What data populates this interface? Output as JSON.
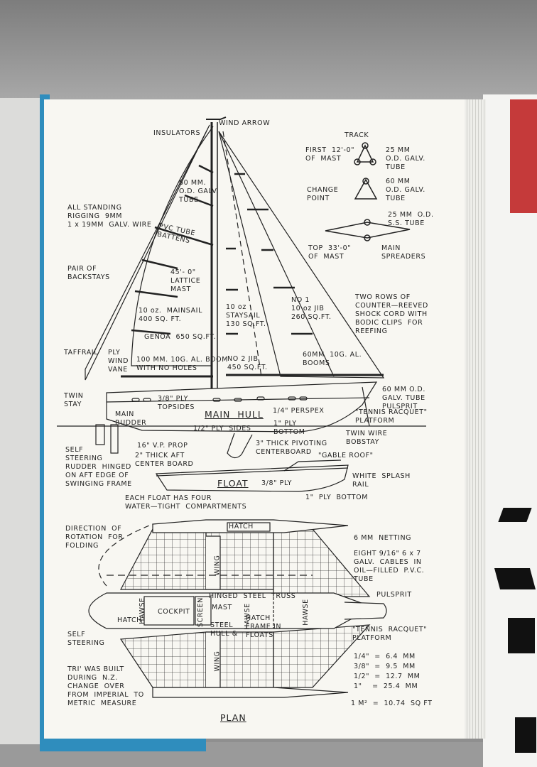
{
  "sail_plan": {
    "wind_arrow": "WIND ARROW",
    "insulators": "INSULATORS",
    "mast_tube": "60 MM.\nO.D. GALV.\nTUBE",
    "standing_rigging": "ALL STANDING\nRIGGING  9MM\n1 x 19MM  GALV. WIRE",
    "battens": "PVC TUBE\nBATTENS",
    "backstays": "PAIR OF\nBACKSTAYS",
    "lattice_mast": "45'- 0\"\nLATTICE\nMAST",
    "mainsail": "10 oz.  MAINSAIL\n400 SQ. FT.",
    "staysail": "10 oz\nSTAYSAIL\n130 SQ.FT.",
    "genoa": "GENOA  650 SQ.FT.",
    "jib1": "NO 1\n10 oz JIB\n260 SQ.FT.",
    "jib2": "NO 2 JIB\n450 SQ.FT.",
    "shock_cord": "TWO ROWS OF\nCOUNTER—REEVED\nSHOCK CORD WITH\nBODIC CLIPS  FOR\nREEFING",
    "taffrail": "TAFFRAIL",
    "wind_vane": "PLY\nWIND\nVANE",
    "boom": "100 MM. 10G. AL. BOOM\nWITH NO HOLES",
    "booms": "60MM  10G. AL.\nBOOMS"
  },
  "mast_sections": {
    "track": "TRACK",
    "first": "FIRST  12'-0\"\nOF  MAST",
    "first_tube": "25 MM\nO.D. GALV.\nTUBE",
    "change": "CHANGE\nPOINT",
    "change_tube": "60 MM\nO.D. GALV.\nTUBE",
    "ss_tube": "25 MM  O.D.\nS.S. TUBE",
    "top": "TOP  33'-0\"\nOF  MAST",
    "spreaders": "MAIN\nSPREADERS"
  },
  "hull": {
    "twin_stay": "TWIN\nSTAY",
    "topsides": "3/8\" PLY\nTOPSIDES",
    "main_hull": "MAIN  HULL",
    "perspex": "1/4\" PERSPEX",
    "sides": "1/2\" PLY  SIDES",
    "main_rudder": "MAIN\nRUDDER",
    "bottom": "1\" PLY\nBOTTOM",
    "pulsprit_tube": "60 MM O.D.\nGALV. TUBE\nPULSPRIT",
    "tennis_platform": "\"TENNIS RACQUET\"\nPLATFORM",
    "bobstay": "TWIN WIRE\nBOBSTAY",
    "prop": "16\" V.P. PROP",
    "centerboard": "3\" THICK PIVOTING\nCENTERBOARD",
    "self_steering_rudder": "SELF\nSTEERING\nRUDDER  HINGED\nON AFT EDGE OF\nSWINGING FRAME",
    "aft_board": "2\" THICK AFT\nCENTER BOARD"
  },
  "float": {
    "title": "FLOAT",
    "gable_roof": "\"GABLE ROOF\"",
    "ply": "3/8\" PLY",
    "splash_rail": "WHITE  SPLASH\nRAIL",
    "bottom": "1\"  PLY  BOTTOM",
    "compartments": "EACH FLOAT HAS FOUR\nWATER—TIGHT  COMPARTMENTS"
  },
  "plan": {
    "title": "PLAN",
    "rotation": "DIRECTION  OF\nROTATION  FOR\nFOLDING",
    "hatch_top": "HATCH",
    "netting": "6 MM  NETTING",
    "cables": "EIGHT 9/16\" 6 x 7\nGALV.  CABLES  IN\nOIL—FILLED  P.V.C.\nTUBE",
    "wing": "WING",
    "hinged": "HINGED  STEEL  TRUSS",
    "hawse": "HAWSE",
    "cockpit": "COCKPIT",
    "screen": "SCREEN",
    "mast": "MAST",
    "hatch": "HATCH",
    "steel_hull": "STEEL\nHULL &",
    "hatch_frame": "HATCH\nFRAME IN\nFLOATS",
    "pulsprit": "PULSPRIT",
    "self_steering": "SELF\nSTEERING",
    "tennis_platform": "\"TENNIS  RACQUET\"\nPLATFORM",
    "tri_note": "TRI' WAS BUILT\nDURING  N.Z.\nCHANGE  OVER\nFROM  IMPERIAL  TO\nMETRIC  MEASURE"
  },
  "conversions": [
    "1/4\"  =  6.4  MM",
    "3/8\"  =  9.5  MM",
    "1/2\"  =  12.7  MM",
    "1\"    =  25.4  MM",
    "1 M²  =  10.74  SQ FT"
  ],
  "colors": {
    "page": "#f8f7f2",
    "ink": "#222222",
    "spine": "#2f8dbd",
    "cover_red": "#c53a3a"
  }
}
